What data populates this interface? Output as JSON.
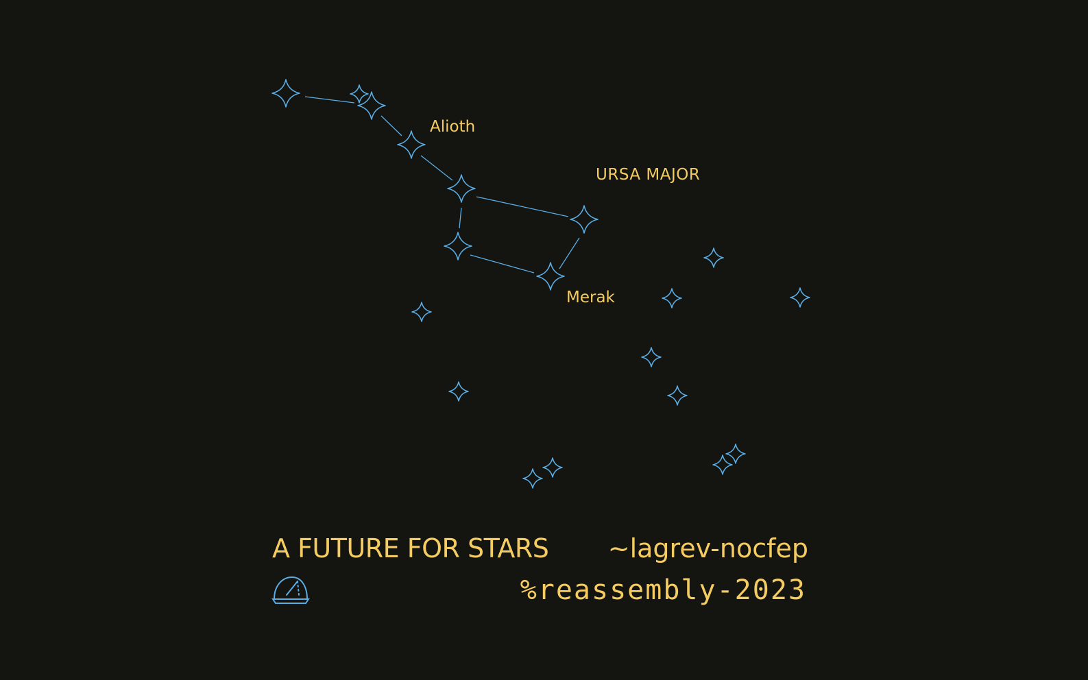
{
  "constellation": {
    "name": "URSA MAJOR",
    "star_labels": {
      "alioth": "Alioth",
      "merak": "Merak"
    }
  },
  "footer": {
    "title": "A FUTURE FOR STARS",
    "author": "~lagrev-nocfep",
    "event": "%reassembly-2023"
  },
  "colors": {
    "background": "#141410",
    "text": "#f4cc62",
    "stars": "#5aaee6"
  },
  "icons": {
    "star": "four-point-star-icon",
    "logo": "dome-icon"
  }
}
